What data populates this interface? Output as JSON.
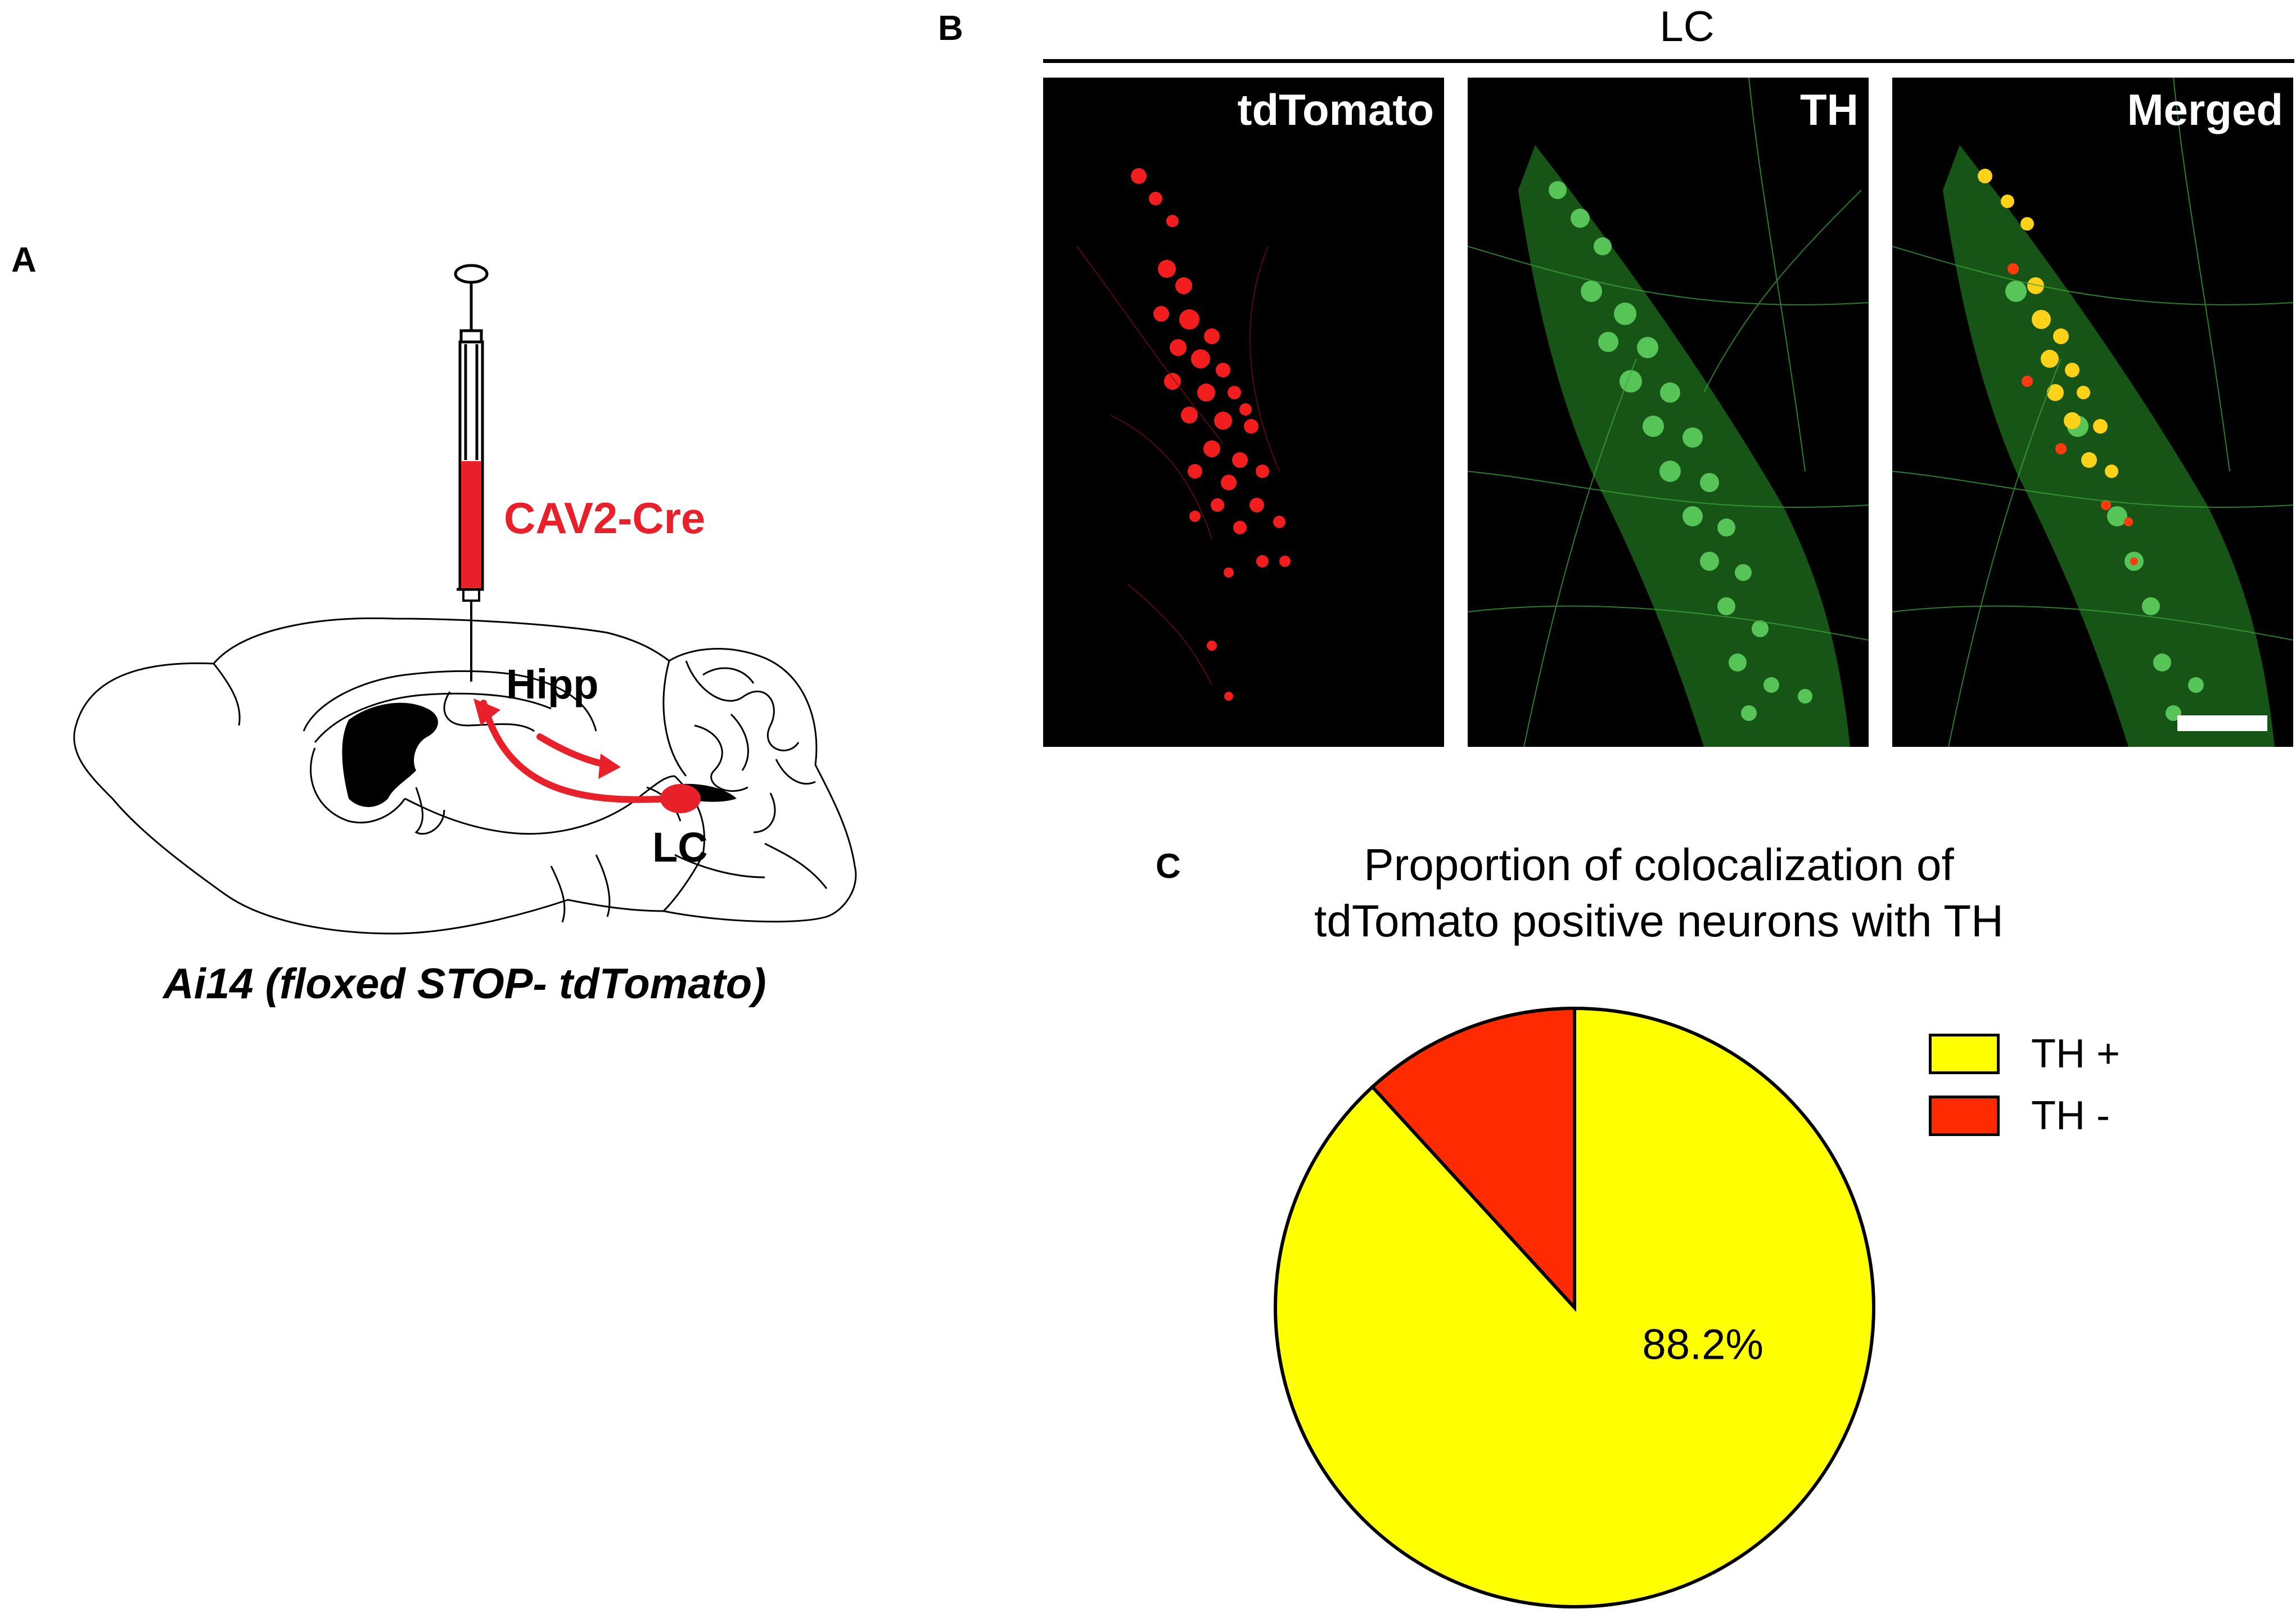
{
  "panels": {
    "a": {
      "letter": "A",
      "injection_label": "CAV2-Cre",
      "hipp_label": "Hipp",
      "lc_label": "LC",
      "caption": "Ai14 (floxed STOP- tdTomato)",
      "colors": {
        "virus": "#e8202a",
        "outline": "#000000"
      }
    },
    "b": {
      "letter": "B",
      "header": "LC",
      "images": [
        {
          "label": "tdTomato",
          "stain": "red"
        },
        {
          "label": "TH",
          "stain": "green"
        },
        {
          "label": "Merged",
          "stain": "merged"
        }
      ]
    },
    "c": {
      "letter": "C",
      "title_line1": "Proportion of colocalization of",
      "title_line2": "tdTomato positive neurons with TH"
    }
  },
  "chart_data": {
    "type": "pie",
    "title": "Proportion of colocalization of tdTomato positive neurons with TH",
    "slices": [
      {
        "name": "TH +",
        "value": 88.2,
        "color": "#ffff00",
        "label": "88.2%"
      },
      {
        "name": "TH -",
        "value": 11.8,
        "color": "#ff2a00",
        "label": ""
      }
    ],
    "start_angle_deg": 0,
    "direction": "clockwise",
    "legend_placement": "top-right"
  }
}
